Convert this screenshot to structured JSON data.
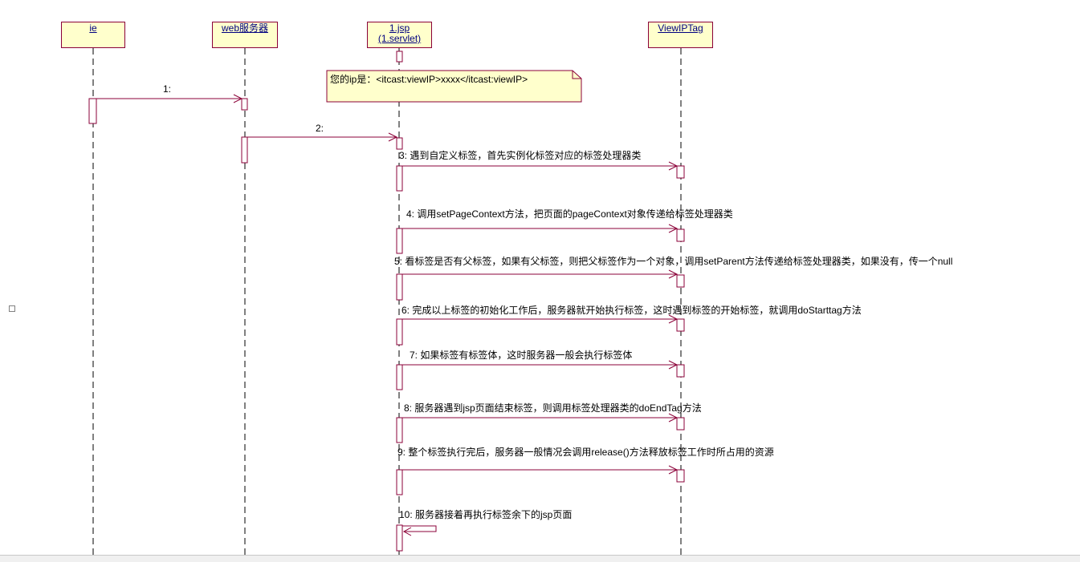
{
  "lifelines": [
    {
      "id": "ie",
      "label": "ie"
    },
    {
      "id": "web",
      "label": "web服务器"
    },
    {
      "id": "jsp",
      "label": "1.jsp",
      "label2": "(1.servlet)"
    },
    {
      "id": "tag",
      "label": "ViewIPTag"
    }
  ],
  "note": {
    "text": "您的ip是：<itcast:viewIP>xxxx</itcast:viewIP>"
  },
  "messages": [
    {
      "label": "1:"
    },
    {
      "label": "2:"
    },
    {
      "label": "3: 遇到自定义标签，首先实例化标签对应的标签处理器类"
    },
    {
      "label": "4: 调用setPageContext方法，把页面的pageContext对象传递给标签处理器类"
    },
    {
      "label": "5: 看标签是否有父标签，如果有父标签，则把父标签作为一个对象，调用setParent方法传递给标签处理器类，如果没有，传一个null"
    },
    {
      "label": "6: 完成以上标签的初始化工作后，服务器就开始执行标签，这时遇到标签的开始标签，就调用doStarttag方法"
    },
    {
      "label": "7: 如果标签有标签体，这时服务器一般会执行标签体"
    },
    {
      "label": "8: 服务器遇到jsp页面结束标签，则调用标签处理器类的doEndTag方法"
    },
    {
      "label": "9: 整个标签执行完后，服务器一般情况会调用release()方法释放标签工作时所占用的资源"
    },
    {
      "label": "10: 服务器接着再执行标签余下的jsp页面"
    }
  ],
  "colors": {
    "border": "#8b0038",
    "fill": "#ffffcc",
    "lifeline": "#000000",
    "arrow": "#8b0038"
  }
}
